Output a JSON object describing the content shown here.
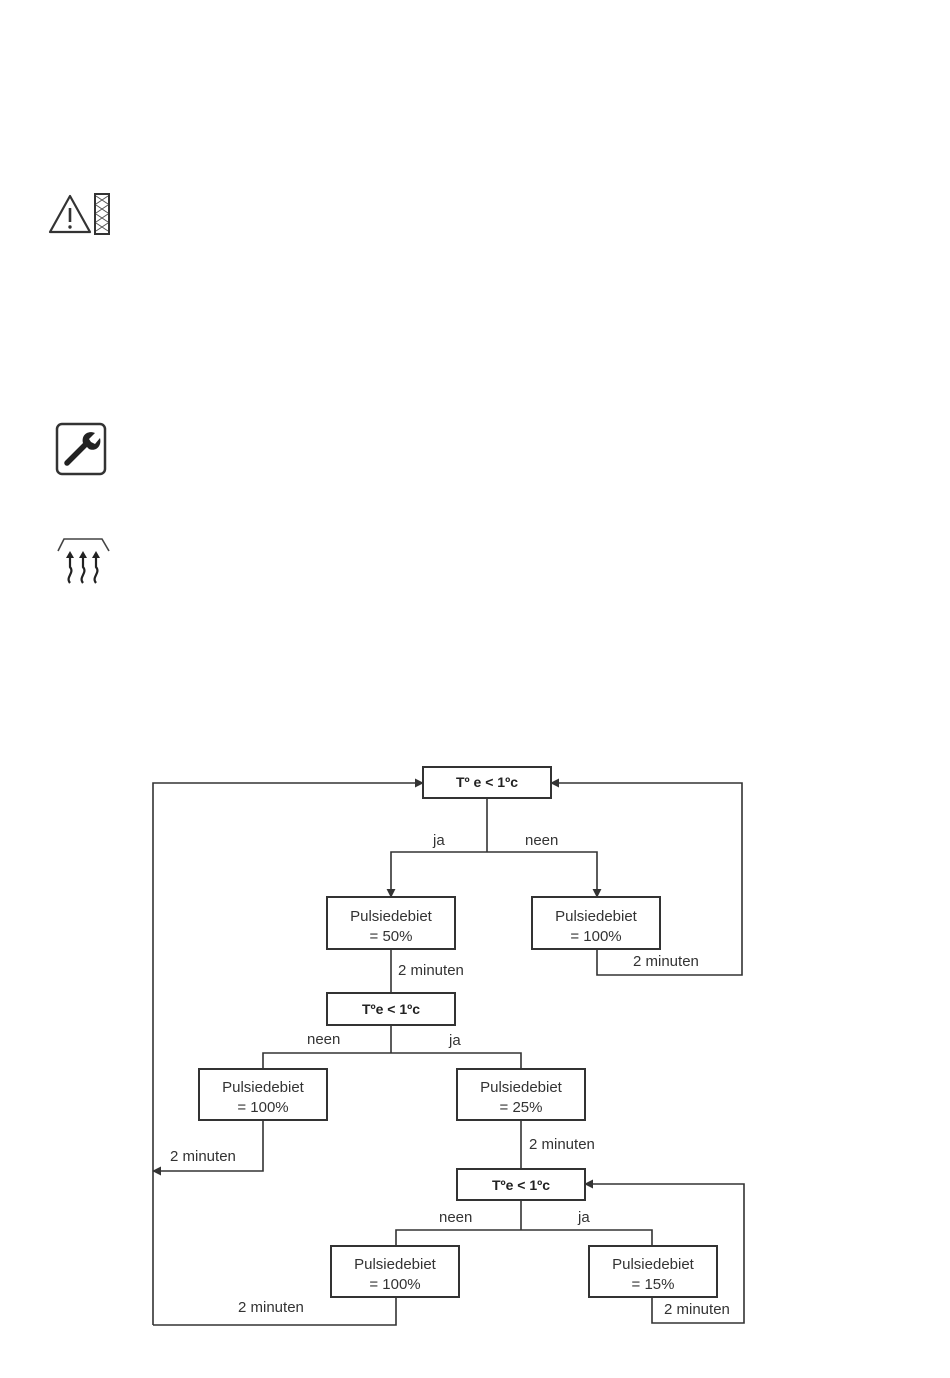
{
  "icons": [
    {
      "name": "warning-filter-icon"
    },
    {
      "name": "wrench-icon"
    },
    {
      "name": "heat-icon"
    }
  ],
  "flowchart": {
    "nodes": {
      "c1": {
        "text": "Tº e < 1ºc"
      },
      "p50": {
        "text": "Pulsiedebiet",
        "text2": "= 50%"
      },
      "p100a": {
        "text": "Pulsiedebiet",
        "text2": "= 100%"
      },
      "c2": {
        "text": "Tºe  < 1ºc"
      },
      "p100b": {
        "text": "Pulsiedebiet",
        "text2": "= 100%"
      },
      "p25": {
        "text": "Pulsiedebiet",
        "text2": "= 25%"
      },
      "c3": {
        "text": "Tºe  < 1ºc"
      },
      "p100c": {
        "text": "Pulsiedebiet",
        "text2": "= 100%"
      },
      "p15": {
        "text": "Pulsiedebiet",
        "text2": "= 15%"
      }
    },
    "edge_labels": {
      "c1_yes": "ja",
      "c1_no": "neen",
      "p50_time": "2 minuten",
      "p100a_time": "2 minuten",
      "c2_no": "neen",
      "c2_yes": "ja",
      "p100b_time": "2 minuten",
      "p25_time": "2 minuten",
      "c3_no": "neen",
      "c3_yes": "ja",
      "p100c_time": "2 minuten",
      "p15_time": "2 minuten"
    }
  }
}
